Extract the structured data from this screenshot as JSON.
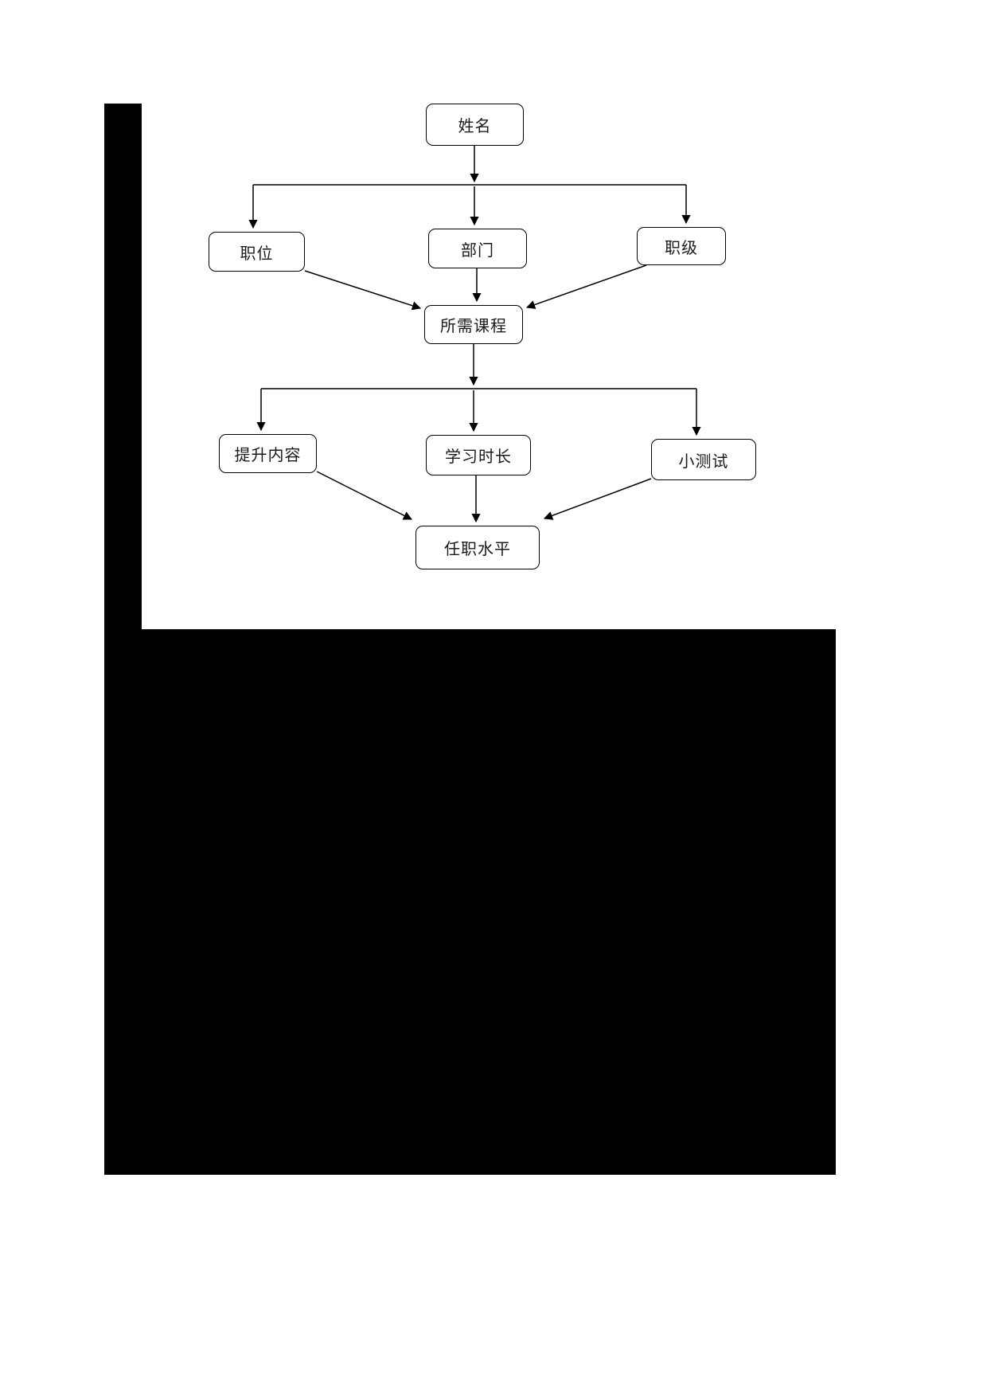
{
  "flowchart": {
    "nodes": [
      {
        "id": "name",
        "label": "姓名"
      },
      {
        "id": "position",
        "label": "职位"
      },
      {
        "id": "department",
        "label": "部门"
      },
      {
        "id": "rank",
        "label": "职级"
      },
      {
        "id": "required-courses",
        "label": "所需课程"
      },
      {
        "id": "improvement-content",
        "label": "提升内容"
      },
      {
        "id": "study-duration",
        "label": "学习时长"
      },
      {
        "id": "quiz",
        "label": "小测试"
      },
      {
        "id": "job-level",
        "label": "任职水平"
      }
    ],
    "edges": [
      {
        "from": "name",
        "to": "position"
      },
      {
        "from": "name",
        "to": "department"
      },
      {
        "from": "name",
        "to": "rank"
      },
      {
        "from": "position",
        "to": "required-courses"
      },
      {
        "from": "department",
        "to": "required-courses"
      },
      {
        "from": "rank",
        "to": "required-courses"
      },
      {
        "from": "required-courses",
        "to": "improvement-content"
      },
      {
        "from": "required-courses",
        "to": "study-duration"
      },
      {
        "from": "required-courses",
        "to": "quiz"
      },
      {
        "from": "improvement-content",
        "to": "job-level"
      },
      {
        "from": "study-duration",
        "to": "job-level"
      },
      {
        "from": "quiz",
        "to": "job-level"
      }
    ],
    "line_color": "#000000"
  }
}
